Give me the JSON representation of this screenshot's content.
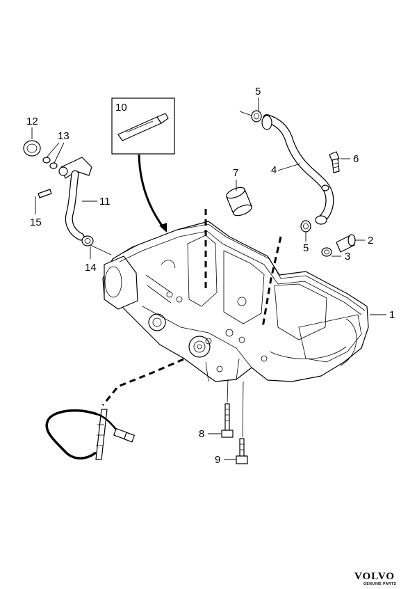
{
  "callouts": [
    {
      "id": "c1",
      "text": "1"
    },
    {
      "id": "c2",
      "text": "2"
    },
    {
      "id": "c3",
      "text": "3"
    },
    {
      "id": "c4",
      "text": "4"
    },
    {
      "id": "c5a",
      "text": "5"
    },
    {
      "id": "c5b",
      "text": "5"
    },
    {
      "id": "c6",
      "text": "6"
    },
    {
      "id": "c7",
      "text": "7"
    },
    {
      "id": "c8",
      "text": "8"
    },
    {
      "id": "c9",
      "text": "9"
    },
    {
      "id": "c10",
      "text": "10"
    },
    {
      "id": "c11",
      "text": "11"
    },
    {
      "id": "c12",
      "text": "12"
    },
    {
      "id": "c13",
      "text": "13"
    },
    {
      "id": "c14",
      "text": "14"
    },
    {
      "id": "c15",
      "text": "15"
    }
  ],
  "brand": {
    "name": "VOLVO",
    "tagline": "GENUINE PARTS"
  }
}
